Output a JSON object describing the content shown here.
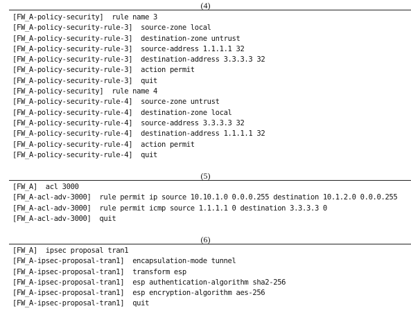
{
  "sections": [
    {
      "title": "(4)",
      "lines": [
        {
          "prompt": "[FW_A-policy-security]",
          "cmd": "rule name 3"
        },
        {
          "prompt": "[FW_A-policy-security-rule-3]",
          "cmd": "source-zone local"
        },
        {
          "prompt": "[FW_A-policy-security-rule-3]",
          "cmd": "destination-zone untrust"
        },
        {
          "prompt": "[FW_A-policy-security-rule-3]",
          "cmd": "source-address 1.1.1.1 32"
        },
        {
          "prompt": "[FW_A-policy-security-rule-3]",
          "cmd": "destination-address 3.3.3.3 32"
        },
        {
          "prompt": "[FW_A-policy-security-rule-3]",
          "cmd": "action permit"
        },
        {
          "prompt": "[FW_A-policy-security-rule-3]",
          "cmd": "quit"
        },
        {
          "prompt": "[FW_A-policy-security]",
          "cmd": "rule name 4"
        },
        {
          "prompt": "[FW_A-policy-security-rule-4]",
          "cmd": "source-zone untrust"
        },
        {
          "prompt": "[FW_A-policy-security-rule-4]",
          "cmd": "destination-zone local"
        },
        {
          "prompt": "[FW_A-policy-security-rule-4]",
          "cmd": "source-address 3.3.3.3 32"
        },
        {
          "prompt": "[FW_A-policy-security-rule-4]",
          "cmd": "destination-address 1.1.1.1 32"
        },
        {
          "prompt": "[FW_A-policy-security-rule-4]",
          "cmd": "action permit"
        },
        {
          "prompt": "[FW_A-policy-security-rule-4]",
          "cmd": "quit"
        }
      ]
    },
    {
      "title": "(5)",
      "lines": [
        {
          "prompt": "[FW_A]",
          "cmd": "acl 3000"
        },
        {
          "prompt": "[FW_A-acl-adv-3000]",
          "cmd": "rule permit ip source 10.10.1.0 0.0.0.255 destination 10.1.2.0 0.0.0.255"
        },
        {
          "prompt": "[FW_A-acl-adv-3000]",
          "cmd": "rule permit icmp source 1.1.1.1 0 destination 3.3.3.3 0"
        },
        {
          "prompt": "[FW_A-acl-adv-3000]",
          "cmd": "quit"
        }
      ]
    },
    {
      "title": "(6)",
      "lines": [
        {
          "prompt": "[FW_A]",
          "cmd": "ipsec proposal tran1"
        },
        {
          "prompt": "[FW_A-ipsec-proposal-tran1]",
          "cmd": "encapsulation-mode tunnel"
        },
        {
          "prompt": "[FW_A-ipsec-proposal-tran1]",
          "cmd": "transform esp"
        },
        {
          "prompt": "[FW_A-ipsec-proposal-tran1]",
          "cmd": "esp authentication-algorithm sha2-256"
        },
        {
          "prompt": "[FW_A-ipsec-proposal-tran1]",
          "cmd": "esp encryption-algorithm aes-256"
        },
        {
          "prompt": "[FW_A-ipsec-proposal-tran1]",
          "cmd": "quit"
        }
      ]
    }
  ]
}
